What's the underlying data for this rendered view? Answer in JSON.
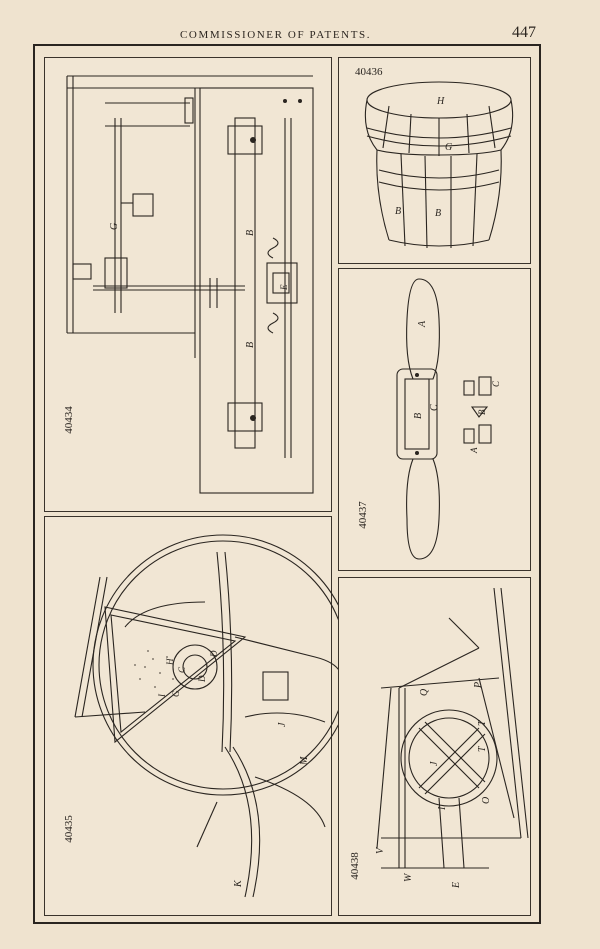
{
  "header": {
    "title": "COMMISSIONER OF PATENTS.",
    "page_number": "447"
  },
  "figures": [
    {
      "id": "fig-40434",
      "number": "40434",
      "labels": [
        "G",
        "B",
        "B",
        "E"
      ]
    },
    {
      "id": "fig-40435",
      "number": "40435",
      "labels": [
        "J",
        "M",
        "K",
        "C",
        "H",
        "I",
        "G",
        "D",
        "D"
      ]
    },
    {
      "id": "fig-40436",
      "number": "40436",
      "labels": [
        "H",
        "G",
        "B",
        "B"
      ]
    },
    {
      "id": "fig-40437",
      "number": "40437",
      "labels": [
        "A",
        "B",
        "C",
        "A",
        "B",
        "C"
      ]
    },
    {
      "id": "fig-40438",
      "number": "40438",
      "labels": [
        "Q",
        "P",
        "T",
        "T",
        "O",
        "I",
        "V",
        "W",
        "E",
        "J"
      ]
    }
  ]
}
